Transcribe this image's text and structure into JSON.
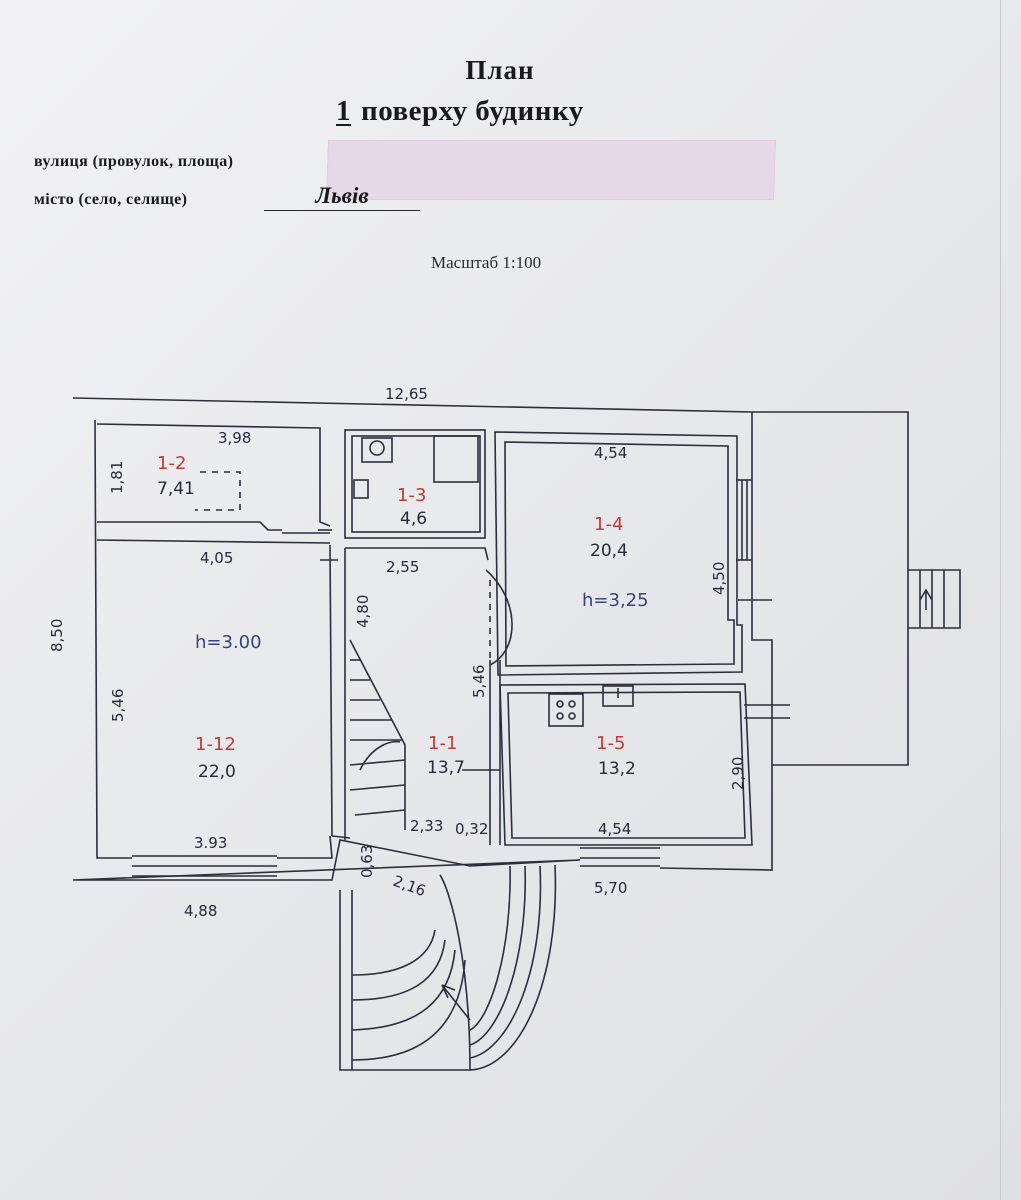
{
  "header": {
    "title_line1": "План",
    "floor_number": "1",
    "title_line2": "поверху будинку",
    "street_label": "вулиця (провулок, площа)",
    "city_label": "місто (село, селище)",
    "city_value": "Львів",
    "scale": "Масштаб 1:100"
  },
  "plan": {
    "overall": {
      "width": "12,65",
      "height": "8,50"
    },
    "rooms": [
      {
        "id": "1-2",
        "area": "7,41",
        "w": "3,98",
        "h": "1,81"
      },
      {
        "id": "1-3",
        "area": "4,6",
        "w": "2,55"
      },
      {
        "id": "1-4",
        "area": "20,4",
        "w": "4,54",
        "h": "4,50",
        "ceiling": "h=3,25"
      },
      {
        "id": "1-12",
        "area": "22,0",
        "w_top": "4,05",
        "w_bottom": "3.93",
        "h": "5,46",
        "ceiling": "h=3.00"
      },
      {
        "id": "1-1",
        "area": "13,7",
        "h": "5,46",
        "stair": "4,80"
      },
      {
        "id": "1-5",
        "area": "13,2",
        "w": "4,54",
        "h": "2,90"
      }
    ],
    "misc_dims": {
      "d233": "2,33",
      "d032": "0,32",
      "d063": "0,63",
      "d216": "2,16",
      "d488": "4,88",
      "d570": "5,70"
    }
  }
}
